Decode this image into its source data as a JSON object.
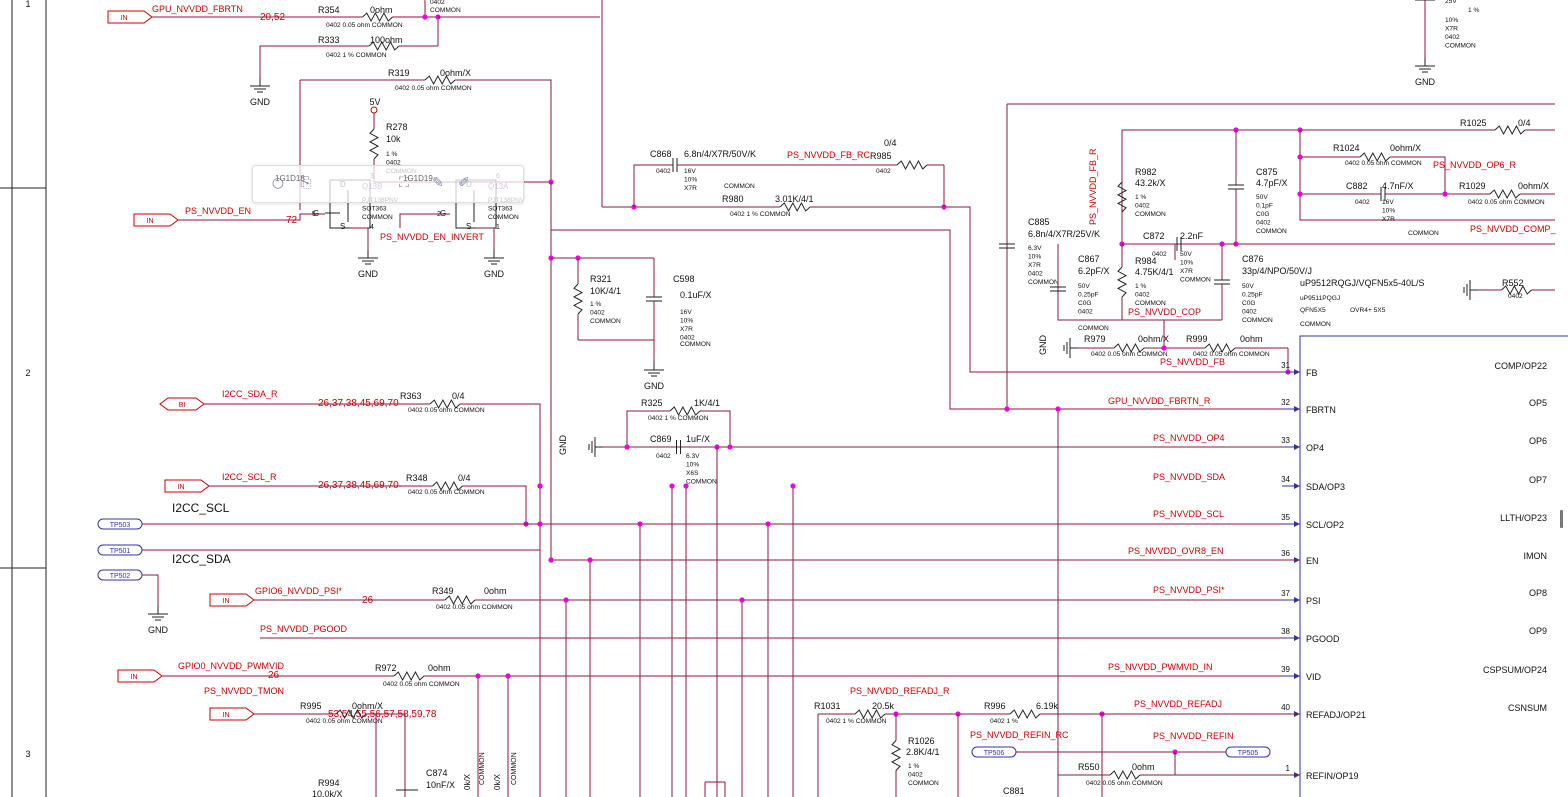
{
  "colors": {
    "wire": "#8b1a3a",
    "net_label": "#cc0000",
    "text": "#111111",
    "chip": "#3333aa",
    "junction": "#ee00dd",
    "frame": "#222222"
  },
  "frame": {
    "zones": [
      "1",
      "2",
      "3"
    ]
  },
  "toolbar": {
    "labels": [
      "1G1D18",
      "1G1D19"
    ],
    "icons": [
      "circle-icon",
      "copy-icon",
      "crop-icon",
      "highlight-icon",
      "pen-icon"
    ]
  },
  "ports": {
    "gpu_fbrtn": {
      "dir": "IN",
      "name": "GPU_NVVDD_FBRTN",
      "refs": "20,52"
    },
    "nvvdd_en": {
      "dir": "IN",
      "name": "PS_NVVDD_EN",
      "refs": "72"
    },
    "sda": {
      "dir": "BI",
      "name": "I2CC_SDA_R",
      "refs": "26,37,38,45,69,70"
    },
    "scl": {
      "dir": "IN",
      "name": "I2CC_SCL_R",
      "refs": "26,37,38,45,69,70"
    },
    "psi": {
      "dir": "IN",
      "name": "GPIO6_NVVDD_PSI*",
      "refs": "26"
    },
    "pwmvid": {
      "dir": "IN",
      "name": "GPIO0_NVVDD_PWMVID",
      "refs": "26"
    },
    "tmon": {
      "dir": "IN",
      "name": "PS_NVVDD_TMON",
      "refs": "53,54,55,56,57,58,59,78"
    }
  },
  "testpoints": [
    "TP503",
    "TP501",
    "TP502",
    "TP506",
    "TP505"
  ],
  "text_labels": {
    "i2c_scl": "I2CC_SCL",
    "i2c_sda": "I2CC_SDA",
    "gnd": "GND",
    "v5": "5V",
    "pgood": "PS_NVVDD_PGOOD"
  },
  "nets": {
    "fb_rc": "PS_NVVDD_FB_RC",
    "en_invert": "PS_NVVDD_EN_INVERT",
    "fb_r": "PS_NVVDD_FB_R",
    "op6_r": "PS_NVVDD_OP6_R",
    "comp_r": "PS_NVVDD_COMP_",
    "cop": "PS_NVVDD_COP",
    "fb": "PS_NVVDD_FB",
    "fbrtn": "GPU_NVVDD_FBRTN_R",
    "op4": "PS_NVVDD_OP4",
    "sda": "PS_NVVDD_SDA",
    "scl": "PS_NVVDD_SCL",
    "ovr8_en": "PS_NVVDD_OVR8_EN",
    "psi": "PS_NVVDD_PSI*",
    "pwmvid_in": "PS_NVVDD_PWMVID_IN",
    "refadj_r": "PS_NVVDD_REFADJ_R",
    "refadj": "PS_NVVDD_REFADJ",
    "refin_rc": "PS_NVVDD_REFIN_RC",
    "refin": "PS_NVVDD_REFIN"
  },
  "parts": {
    "R354": {
      "ref": "R354",
      "val": "0ohm",
      "pkg": "0402",
      "tol": "0.05 ohm",
      "note": "COMMON"
    },
    "R333": {
      "ref": "R333",
      "val": "100ohm",
      "pkg": "0402",
      "tol": "1 %",
      "note": "COMMON"
    },
    "R319": {
      "ref": "R319",
      "val": "0ohm/X",
      "pkg": "0402",
      "tol": "0.05 ohm",
      "note": "COMMON"
    },
    "R278": {
      "ref": "R278",
      "val": "10k",
      "pkg": "0402",
      "tol": "1 %",
      "note": "COMMON"
    },
    "Q13B": {
      "ref": "Q13B",
      "part": "PJT138PNV",
      "pkg": "SOT363",
      "note": "COMMON",
      "pin_top": "3",
      "pin_bot": "4",
      "pin_g": "5",
      "d": "D",
      "s": "S",
      "g": "G"
    },
    "Q13A": {
      "ref": "Q13A",
      "part": "PJT138PNV",
      "pkg": "SOT363",
      "note": "COMMON",
      "pin_top": "6",
      "pin_bot": "1",
      "pin_g": "2",
      "d": "D",
      "s": "S",
      "g": "G"
    },
    "C868": {
      "ref": "C868",
      "val": "6.8n/4/X7R/50V/K",
      "pkg": "0402",
      "v": "16V",
      "tol": "10%",
      "diel": "X7R",
      "note": "COMMON"
    },
    "R985": {
      "ref": "R985",
      "val": "0/4",
      "pkg": "0402"
    },
    "R980": {
      "ref": "R980",
      "val": "3.01K/4/1",
      "pkg": "0402",
      "tol": "1 %",
      "note": "COMMON"
    },
    "R321": {
      "ref": "R321",
      "val": "10K/4/1",
      "pkg": "0402",
      "tol": "1 %",
      "note": "COMMON"
    },
    "C598": {
      "ref": "C598",
      "val": "0.1uF/X",
      "v": "16V",
      "tol": "10%",
      "diel": "X7R",
      "pkg": "0402",
      "note": "COMMON"
    },
    "R363": {
      "ref": "R363",
      "val": "0/4",
      "pkg": "0402",
      "tol": "0.05 ohm",
      "note": "COMMON"
    },
    "R348": {
      "ref": "R348",
      "val": "0/4",
      "pkg": "0402",
      "tol": "0.05 ohm",
      "note": "COMMON"
    },
    "R325": {
      "ref": "R325",
      "val": "1K/4/1",
      "pkg": "0402",
      "tol": "1 %",
      "note": "COMMON"
    },
    "C869": {
      "ref": "C869",
      "val": "1uF/X",
      "pkg": "0402",
      "v": "6.3V",
      "tol": "10%",
      "diel": "X6S",
      "note": "COMMON"
    },
    "R349": {
      "ref": "R349",
      "val": "0ohm",
      "pkg": "0402",
      "tol": "0.05 ohm",
      "note": "COMMON"
    },
    "R972": {
      "ref": "R972",
      "val": "0ohm",
      "pkg": "0402",
      "tol": "0.05 ohm",
      "note": "COMMON"
    },
    "R995": {
      "ref": "R995",
      "val": "0ohm/X",
      "pkg": "0402",
      "tol": "0.05 ohm",
      "note": "COMMON"
    },
    "R994": {
      "ref": "R994",
      "val": "10.0k/X"
    },
    "C874": {
      "ref": "C874",
      "val": "10nF/X"
    },
    "R982": {
      "ref": "R982",
      "val": "43.2k/X",
      "tol": "1 %",
      "pkg": "0402",
      "note": "COMMON"
    },
    "C875": {
      "ref": "C875",
      "val": "4.7pF/X",
      "v": "50V",
      "tol": "0.1pF",
      "diel": "C0G",
      "pkg": "0402",
      "note": "COMMON"
    },
    "C885": {
      "ref": "C885",
      "val": "6.8n/4/X7R/25V/K",
      "v": "6.3V",
      "tol": "10%",
      "diel": "X7R",
      "pkg": "0402",
      "note": "COMMON"
    },
    "C872": {
      "ref": "C872",
      "val": "2.2nF",
      "pkg": "0402",
      "v": "50V",
      "tol": "10%",
      "diel": "X7R",
      "note": "COMMON"
    },
    "C867": {
      "ref": "C867",
      "val": "6.2pF/X",
      "v": "50V",
      "tol": "0.25pF",
      "diel": "C0G",
      "pkg": "0402",
      "note": "COMMON"
    },
    "R984": {
      "ref": "R984",
      "val": "4.75K/4/1",
      "tol": "1 %",
      "pkg": "0402",
      "note": "COMMON"
    },
    "C876": {
      "ref": "C876",
      "val": "33p/4/NPO/50V/J",
      "v": "50V",
      "tol": "0.25pF",
      "diel": "C0G",
      "pkg": "0402",
      "note": "COMMON"
    },
    "R979": {
      "ref": "R979",
      "val": "0ohm/X",
      "pkg": "0402",
      "tol": "0.05 ohm",
      "note": "COMMON"
    },
    "R999": {
      "ref": "R999",
      "val": "0ohm",
      "pkg": "0402",
      "tol": "0.05 ohm",
      "note": "COMMON"
    },
    "R1025": {
      "ref": "R1025",
      "val": "0/4"
    },
    "R1024": {
      "ref": "R1024",
      "val": "0ohm/X",
      "pkg": "0402",
      "tol": "0.05 ohm",
      "note": "COMMON"
    },
    "C882": {
      "ref": "C882",
      "val": "4.7nF/X",
      "pkg": "0402",
      "v": "16V",
      "tol": "10%",
      "diel": "X7R",
      "note": "COMMON"
    },
    "R1029": {
      "ref": "R1029",
      "val": "0ohm/X",
      "pkg": "0402",
      "tol": "0.05 ohm",
      "note": "COMMON"
    },
    "R552": {
      "ref": "R552",
      "pkg": "0402"
    },
    "R1031": {
      "ref": "R1031",
      "val": "20.5k",
      "pkg": "0402",
      "tol": "1 %",
      "note": "COMMON"
    },
    "R996": {
      "ref": "R996",
      "val": "6.19k",
      "pkg": "0402",
      "tol": "1 %"
    },
    "R1026": {
      "ref": "R1026",
      "val": "2.8K/4/1",
      "tol": "1 %",
      "pkg": "0402",
      "note": "COMMON"
    },
    "R550": {
      "ref": "R550",
      "val": "0ohm",
      "pkg": "0402",
      "tol": "0.05 ohm",
      "note": "COMMON"
    },
    "C881": {
      "ref": "C881"
    },
    "topcap": {
      "v": "25V",
      "tol": "10%",
      "diel": "X7R",
      "pkg": "0402",
      "note": "COMMON"
    }
  },
  "chip": {
    "name": "uP9512RQGJ/VQFN5x5-40L/S",
    "part": "uP9511PQGJ",
    "pkg": "QFN5X5",
    "note": "COMMON",
    "note2": "OVR4+ 5X5",
    "left_pins": [
      {
        "num": "31",
        "name": "FB"
      },
      {
        "num": "32",
        "name": "FBRTN"
      },
      {
        "num": "33",
        "name": "OP4"
      },
      {
        "num": "34",
        "name": "SDA/OP3"
      },
      {
        "num": "35",
        "name": "SCL/OP2"
      },
      {
        "num": "36",
        "name": "EN"
      },
      {
        "num": "37",
        "name": "PSI"
      },
      {
        "num": "38",
        "name": "PGOOD"
      },
      {
        "num": "39",
        "name": "VID"
      },
      {
        "num": "40",
        "name": "REFADJ/OP21"
      },
      {
        "num": "1",
        "name": "REFIN/OP19"
      }
    ],
    "right_pins": [
      "COMP/OP22",
      "OP5",
      "OP6",
      "OP7",
      "LLTH/OP23",
      "IMON",
      "OP8",
      "OP9",
      "CSPSUM/OP24",
      "CSNSUM"
    ]
  }
}
